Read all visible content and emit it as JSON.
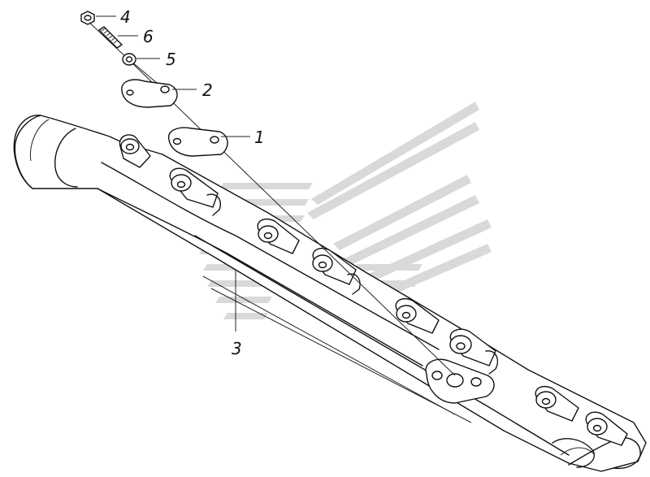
{
  "callouts": {
    "c1": "1",
    "c2": "2",
    "c3": "3",
    "c4": "4",
    "c5": "5",
    "c6": "6"
  },
  "watermark": {
    "icon": "kamaz-logo-watermark"
  }
}
